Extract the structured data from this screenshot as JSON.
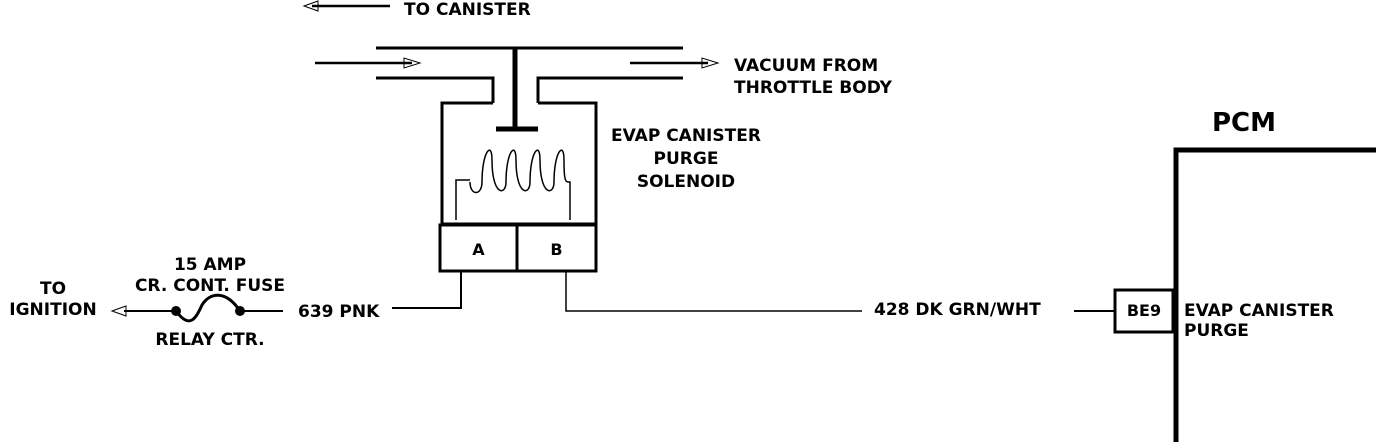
{
  "labels": {
    "to_canister": "TO CANISTER",
    "vacuum_from_line1": "VACUUM FROM",
    "vacuum_from_line2": "THROTTLE BODY",
    "solenoid_line1": "EVAP CANISTER",
    "solenoid_line2": "PURGE",
    "solenoid_line3": "SOLENOID",
    "pcm": "PCM",
    "terminal_a": "A",
    "terminal_b": "B",
    "fuse_line1": "15 AMP",
    "fuse_line2": "CR. CONT. FUSE",
    "relay_ctr": "RELAY CTR.",
    "to_line1": "TO",
    "to_line2": "IGNITION",
    "wire_pnk": "639 PNK",
    "wire_grn": "428 DK GRN/WHT",
    "pcm_pin": "BE9",
    "pcm_pin_line1": "EVAP CANISTER",
    "pcm_pin_line2": "PURGE"
  }
}
